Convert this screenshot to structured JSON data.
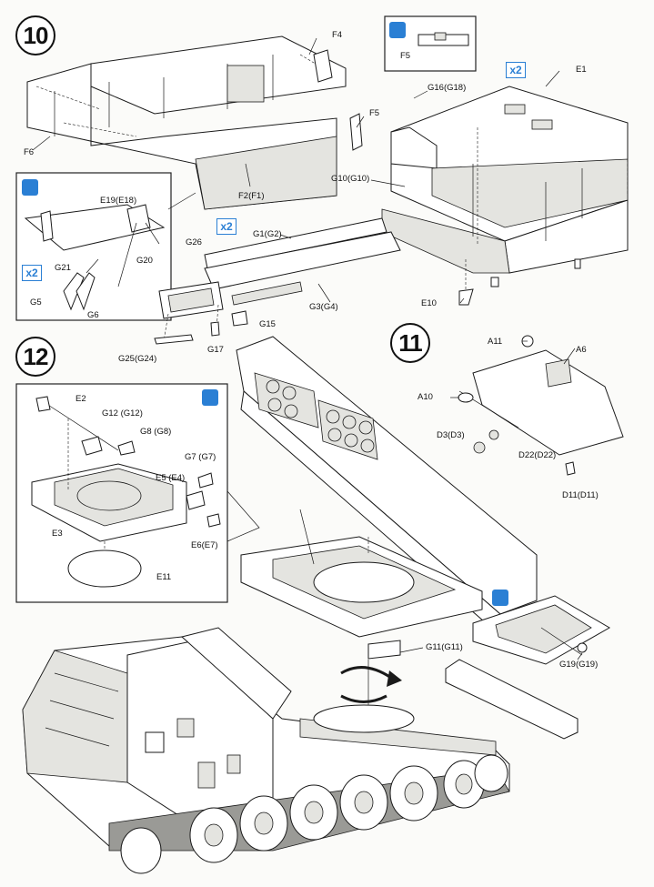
{
  "steps": {
    "s10": "10",
    "s11": "11",
    "s12": "12"
  },
  "labels": {
    "F4": "F4",
    "F5_top": "F5",
    "F5": "F5",
    "F6": "F6",
    "F2": "F2(F1)",
    "G16": "G16(G18)",
    "E1": "E1",
    "G10": "G10(G10)",
    "E19": "E19(E18)",
    "G20": "G20",
    "G21": "G21",
    "G5": "G5",
    "G6": "G6",
    "G26": "G26",
    "G1": "G1(G2)",
    "G3": "G3(G4)",
    "G15": "G15",
    "G17": "G17",
    "G25": "G25(G24)",
    "E10": "E10",
    "A11": "A11",
    "A6": "A6",
    "A10": "A10",
    "D3": "D3(D3)",
    "D22": "D22(D22)",
    "D11": "D11(D11)",
    "E2": "E2",
    "G12": "G12 (G12)",
    "G8": "G8 (G8)",
    "G7": "G7 (G7)",
    "E5": "E5 (E4)",
    "E3": "E3",
    "E6": "E6(E7)",
    "E11": "E11",
    "G11": "G11(G11)",
    "G19": "G19(G19)"
  },
  "icons": {
    "glue": "glue-tube-icon",
    "x2": "x2",
    "option": "rotate-option-icon"
  },
  "colors": {
    "accent": "#2a7fd4"
  }
}
